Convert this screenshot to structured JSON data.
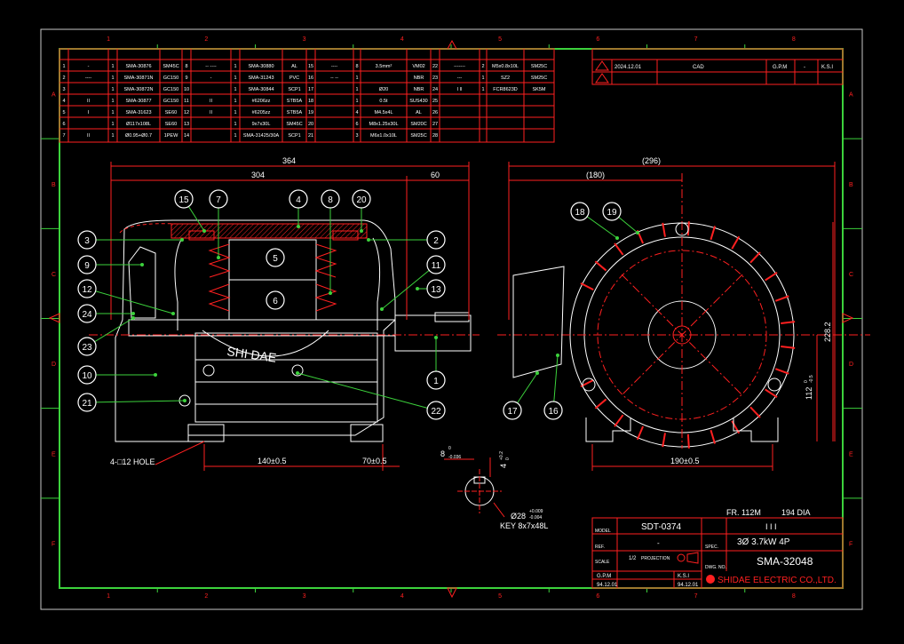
{
  "colors": {
    "frame": "#3cd23c",
    "ink": "#ff2020",
    "text": "#ffffff",
    "bg": "#000000",
    "border": "#c8c8c8"
  },
  "zone_columns": [
    "1",
    "2",
    "3",
    "4",
    "5",
    "6",
    "7",
    "8"
  ],
  "zone_rows": [
    "A",
    "B",
    "C",
    "D",
    "E",
    "F"
  ],
  "parts_table": {
    "rows": [
      [
        "1",
        "-",
        "1",
        "SMA-30876",
        "SM45C",
        "8",
        "-- ----",
        "1",
        "SMA-30880",
        "AL",
        "15",
        "----",
        "8",
        "3.5mm²",
        "VM02",
        "22",
        "-------",
        "2",
        "M5x0.8x10L",
        "SM25C"
      ],
      [
        "2",
        "----",
        "1",
        "SMA-30871N",
        "GC150",
        "9",
        "-",
        "1",
        "SMA-31243",
        "PVC",
        "16",
        "-- --",
        "1",
        "",
        "NBR",
        "23",
        "---",
        "1",
        "SZ2",
        "SM25C"
      ],
      [
        "3",
        "",
        "1",
        "SMA-30872N",
        "GC150",
        "10",
        "",
        "1",
        "SMA-30844",
        "SCP1",
        "17",
        "",
        "1",
        "Ø20",
        "NBR",
        "24",
        "I II",
        "1",
        "FCR8623D",
        "SK5M"
      ],
      [
        "4",
        "II",
        "1",
        "SMA-30877",
        "GC150",
        "11",
        "II",
        "1",
        "#6206zz",
        "STB5A",
        "18",
        "",
        "1",
        "0.5t",
        "SUS430",
        "25",
        "",
        "",
        "",
        ""
      ],
      [
        "5",
        "I",
        "1",
        "SMA-31623",
        "SE60",
        "12",
        "II",
        "1",
        "#6205zz",
        "STB5A",
        "19",
        "",
        "4",
        "M4.5x4L",
        "AL",
        "26",
        "",
        "",
        "",
        ""
      ],
      [
        "6",
        "",
        "1",
        "Ø117x108L",
        "SE60",
        "13",
        "",
        "1",
        "9x7x30L",
        "SM45C",
        "20",
        "",
        "6",
        "M8x1.25x30L",
        "SM20C",
        "27",
        "",
        "",
        "",
        ""
      ],
      [
        "7",
        "II",
        "1",
        "Ø0.95+Ø0.7",
        "1PEW",
        "14",
        "",
        "1",
        "SMA-31425/30A",
        "SCP1",
        "21",
        "",
        "3",
        "M6x1.0x10L",
        "SM25C",
        "28",
        "",
        "",
        "",
        ""
      ]
    ]
  },
  "revision": {
    "date": "2024.12.01",
    "note": "CAD",
    "by": "G.P.M",
    "dash": "-",
    "checker": "K.S.I"
  },
  "dimensions": {
    "overall_length": "364",
    "body_length": "304",
    "shaft_length": "60",
    "end_overall": "(296)",
    "end_half": "(180)",
    "height": "228.2",
    "center_height": "112",
    "center_height_tol_upper": "0",
    "center_height_tol_lower": "-0.5",
    "foot_span_side": "140±0.5",
    "foot_offset": "70±0.5",
    "foot_span_end": "190±0.5",
    "hole_note": "4-□12 HOLE",
    "key_depth": "8",
    "key_depth_tol_upper": "0",
    "key_depth_tol_lower": "-0.036",
    "keyway": "4",
    "keyway_tol_upper": "+0.2",
    "keyway_tol_lower": "0",
    "shaft_dia": "Ø28",
    "shaft_tol_upper": "+0.009",
    "shaft_tol_lower": "-0.004",
    "key_note": "KEY 8x7x48L"
  },
  "badge_text": "SHI DAE",
  "balloons_side": [
    "15",
    "7",
    "4",
    "8",
    "20",
    "3",
    "2",
    "9",
    "5",
    "11",
    "12",
    "13",
    "24",
    "6",
    "23",
    "10",
    "1",
    "21",
    "22"
  ],
  "balloons_end": [
    "18",
    "19",
    "17",
    "16"
  ],
  "title_block": {
    "frame_size": "FR. 112M",
    "dia": "194 DIA",
    "model": "SDT-0374",
    "name": "I I  I",
    "spec": "3Ø 3.7kW 4P",
    "dwg_no": "SMA-32048",
    "dash": "-",
    "scale": "1/2",
    "drawn_by": "G.P.M",
    "checked_by": "K.S.I",
    "drawn_date": "94.12.01",
    "checked_date": "94.12.01",
    "lbl_model": "MODEL",
    "lbl_ref": "REF.",
    "lbl_spec": "SPEC.",
    "lbl_scale": "SCALE",
    "lbl_dwgno": "DWG. NO.",
    "lbl_proj": "PROJECTION",
    "company": "SHIDAE ELECTRIC CO.,LTD."
  }
}
